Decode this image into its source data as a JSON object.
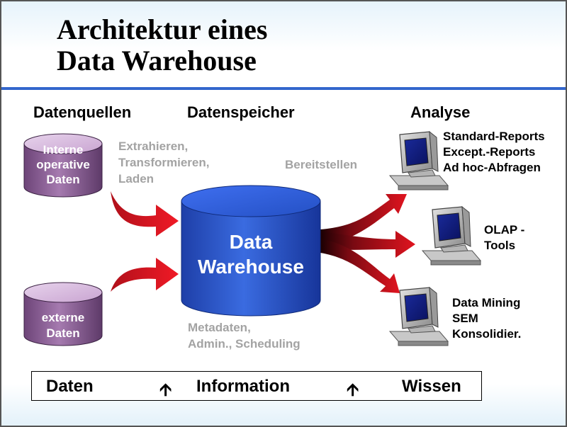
{
  "title": {
    "line1": "Architektur eines",
    "line2": "Data Warehouse"
  },
  "columns": {
    "sources": "Datenquellen",
    "storage": "Datenspeicher",
    "analysis": "Analyse"
  },
  "sources": {
    "internal": [
      "Interne",
      "operative",
      "Daten"
    ],
    "external": [
      "externe",
      "Daten"
    ]
  },
  "processes": {
    "extract": [
      "Extrahieren,",
      "Transformieren,",
      "Laden"
    ],
    "provide": "Bereitstellen",
    "meta": [
      "Metadaten,",
      "Admin., Scheduling"
    ]
  },
  "warehouse": [
    "Data",
    "Warehouse"
  ],
  "tools": {
    "reports": [
      "Standard-Reports",
      "Except.-Reports",
      "Ad hoc-Abfragen"
    ],
    "olap": [
      "OLAP -",
      "Tools"
    ],
    "mining": [
      "Data Mining",
      "SEM",
      "Konsolidier."
    ]
  },
  "flow": {
    "data": "Daten",
    "information": "Information",
    "knowledge": "Wissen",
    "arrow_glyph": "🡩"
  },
  "colors": {
    "accent_rule": "#3366cc",
    "source_cylinder": "#8a5c94",
    "warehouse_cylinder": "#2b56c8",
    "arrow_red": "#e01722",
    "process_text": "#a3a3a3"
  }
}
